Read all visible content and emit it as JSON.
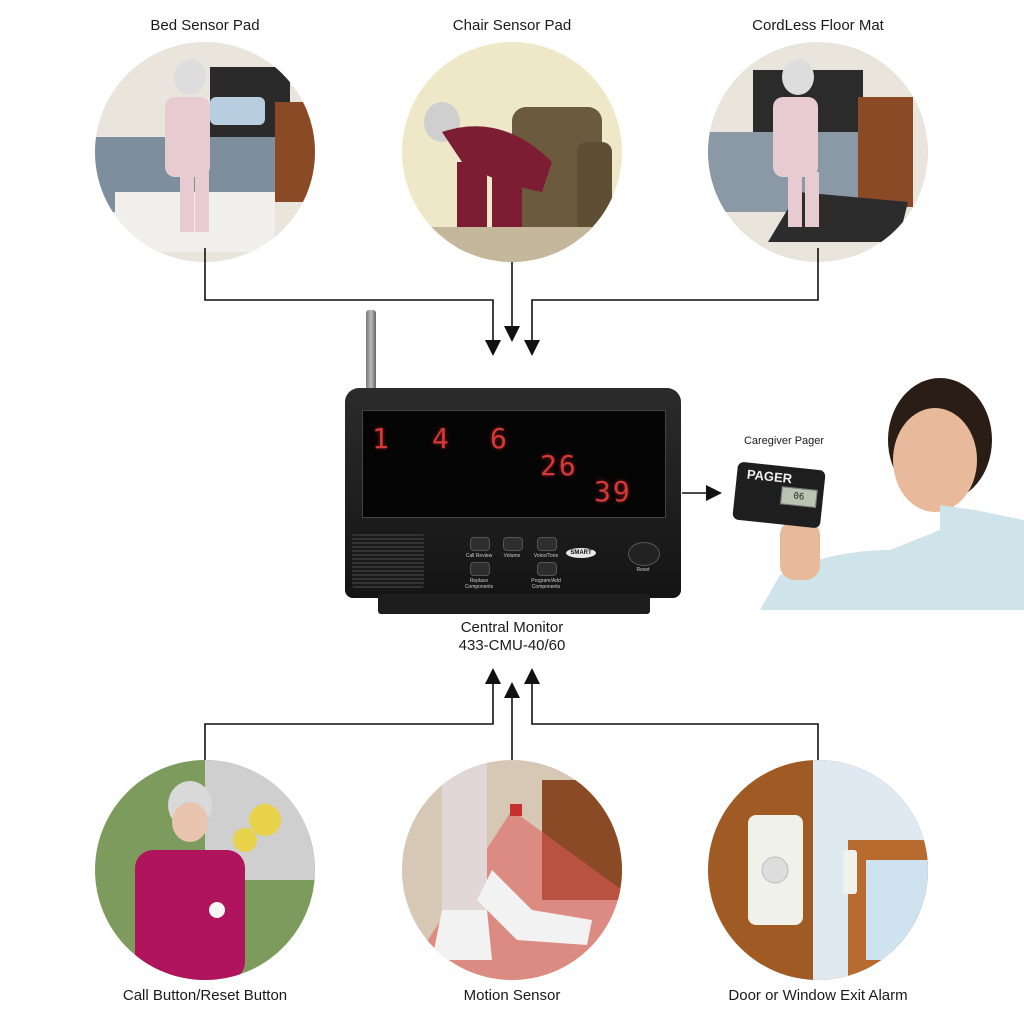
{
  "top_sensors": [
    {
      "label": "Bed Sensor Pad"
    },
    {
      "label": "Chair Sensor Pad"
    },
    {
      "label": "CordLess Floor Mat"
    }
  ],
  "bottom_sensors": [
    {
      "label": "Call Button/Reset Button"
    },
    {
      "label": "Motion Sensor"
    },
    {
      "label": "Door or Window Exit Alarm"
    }
  ],
  "monitor": {
    "name": "Central Monitor",
    "model": "433-CMU-40/60",
    "display_numbers": [
      "1",
      "4",
      "6",
      "26",
      "39"
    ],
    "buttons": [
      "Call Review",
      "Volume",
      "Voice/Tone",
      "Replace Components",
      "Program/Add Components",
      "Reset"
    ],
    "brand": "SMART"
  },
  "pager": {
    "label": "Caregiver Pager",
    "device_text": "PAGER",
    "lcd": "06"
  },
  "colors": {
    "line": "#111111",
    "digit": "#d23a3a",
    "background": "#ffffff"
  }
}
